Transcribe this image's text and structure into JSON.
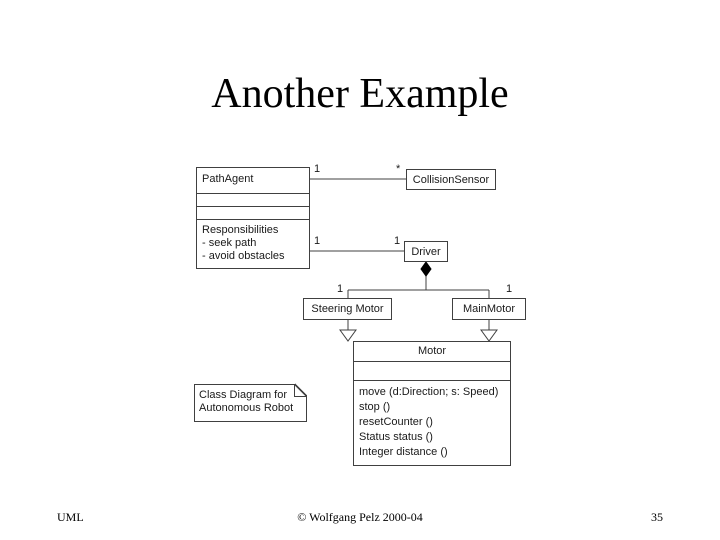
{
  "slide": {
    "title": "Another Example"
  },
  "diagram": {
    "kind": "uml-class-diagram",
    "classes": {
      "pathagent": {
        "name": "PathAgent",
        "attributes": [],
        "operations": [],
        "responsibilities_header": "Responsibilities",
        "responsibilities": [
          "- seek path",
          "- avoid obstacles"
        ]
      },
      "collisionsensor": {
        "name": "CollisionSensor"
      },
      "driver": {
        "name": "Driver"
      },
      "steeringmotor": {
        "name": "Steering Motor"
      },
      "mainmotor": {
        "name": "MainMotor"
      },
      "motor": {
        "name": "Motor",
        "attributes": [],
        "operations": [
          "move (d:Direction; s: Speed)",
          "stop ()",
          "resetCounter ()",
          "Status status ()",
          "Integer distance ()"
        ]
      }
    },
    "multiplicities": {
      "pathagent_to_collisionsensor_source": "1",
      "pathagent_to_collisionsensor_target": "*",
      "pathagent_to_driver_source": "1",
      "pathagent_to_driver_target": "1",
      "driver_to_steeringmotor": "1",
      "driver_to_mainmotor": "1"
    },
    "note": {
      "line1": "Class Diagram for",
      "line2": "Autonomous Robot"
    },
    "colors": {
      "line": "#404040",
      "text": "#1a1a1a",
      "background": "#ffffff"
    }
  },
  "footer": {
    "left": "UML",
    "center": "© Wolfgang Pelz 2000-04",
    "page": "35"
  }
}
